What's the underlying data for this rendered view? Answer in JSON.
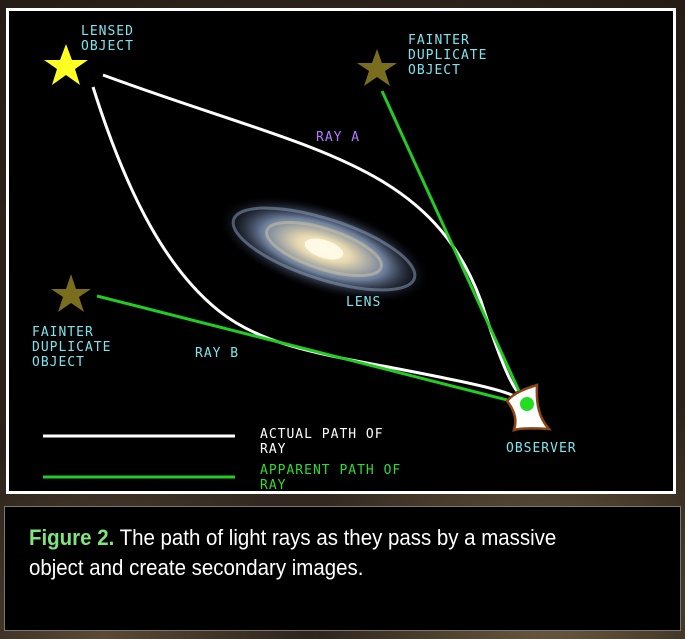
{
  "labels": {
    "lensed_object": "LENSED\nOBJECT",
    "fainter_duplicate_top": "FAINTER\nDUPLICATE\nOBJECT",
    "fainter_duplicate_left": "FAINTER\nDUPLICATE\nOBJECT",
    "ray_a": "RAY A",
    "ray_b": "RAY B",
    "lens": "LENS",
    "observer": "OBSERVER"
  },
  "legend": [
    {
      "label": "ACTUAL PATH OF\nRAY",
      "color": "#ffffff"
    },
    {
      "label": "APPARENT PATH OF\nRAY",
      "color": "#22cc22"
    }
  ],
  "caption": {
    "figure_label": "Figure 2.",
    "text": " The path of light rays as they pass by a massive object and create secondary images."
  },
  "colors": {
    "lensed_star": "#ffff22",
    "duplicate_star": "#7a6e1e",
    "actual_path": "#ffffff",
    "apparent_path": "#22cc22",
    "label_text": "#7fe3ee",
    "ray_a_text": "#b27bff",
    "eye_pupil": "#22dd22",
    "eye_outline": "#8b4513"
  },
  "icons": [
    "lensed-star-icon",
    "duplicate-star-icon",
    "galaxy-icon",
    "observer-eye-icon"
  ]
}
